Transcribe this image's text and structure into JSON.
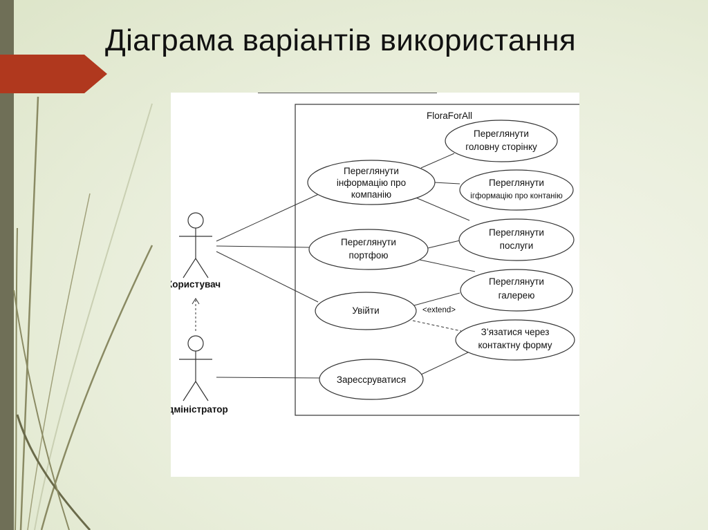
{
  "slide": {
    "title": "Діаграма варіантів використання",
    "colors": {
      "accent": "#b0381e",
      "sidebar": "#6f6f57",
      "background": "#e9eedb"
    }
  },
  "diagram": {
    "system_name": "FloraForAll",
    "actors": {
      "user": "Користувач",
      "admin": "Адміністратор"
    },
    "use_cases": {
      "view_company_info": [
        "Переглянути",
        "інформацію про",
        "компанію"
      ],
      "view_portfolio": [
        "Переглянути",
        "портфою"
      ],
      "login": [
        "Увійти"
      ],
      "register": [
        "Зарессруватися"
      ],
      "view_home": [
        "Переглянути",
        "головну сторінку"
      ],
      "view_contact_info": [
        "Переглянути",
        "ігформацію про контанію"
      ],
      "view_services": [
        "Переглянути",
        "послуги"
      ],
      "view_gallery": [
        "Переглянути",
        "галерею"
      ],
      "contact_form": [
        "З’язатися через",
        "контактну форму"
      ]
    },
    "relationships": {
      "extend_label": "<extend>"
    }
  }
}
